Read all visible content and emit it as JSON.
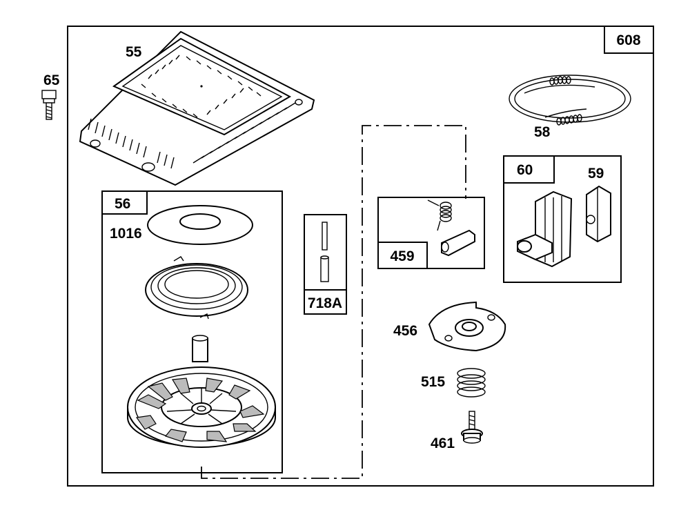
{
  "diagram_number": "608",
  "parts": {
    "p55": "55",
    "p65": "65",
    "p58": "58",
    "p60": "60",
    "p59": "59",
    "p56": "56",
    "p1016": "1016",
    "p718A": "718A",
    "p459": "459",
    "p456": "456",
    "p515": "515",
    "p461": "461"
  },
  "colors": {
    "line": "#000000",
    "background": "#ffffff",
    "shade": "#bbbbbb"
  }
}
